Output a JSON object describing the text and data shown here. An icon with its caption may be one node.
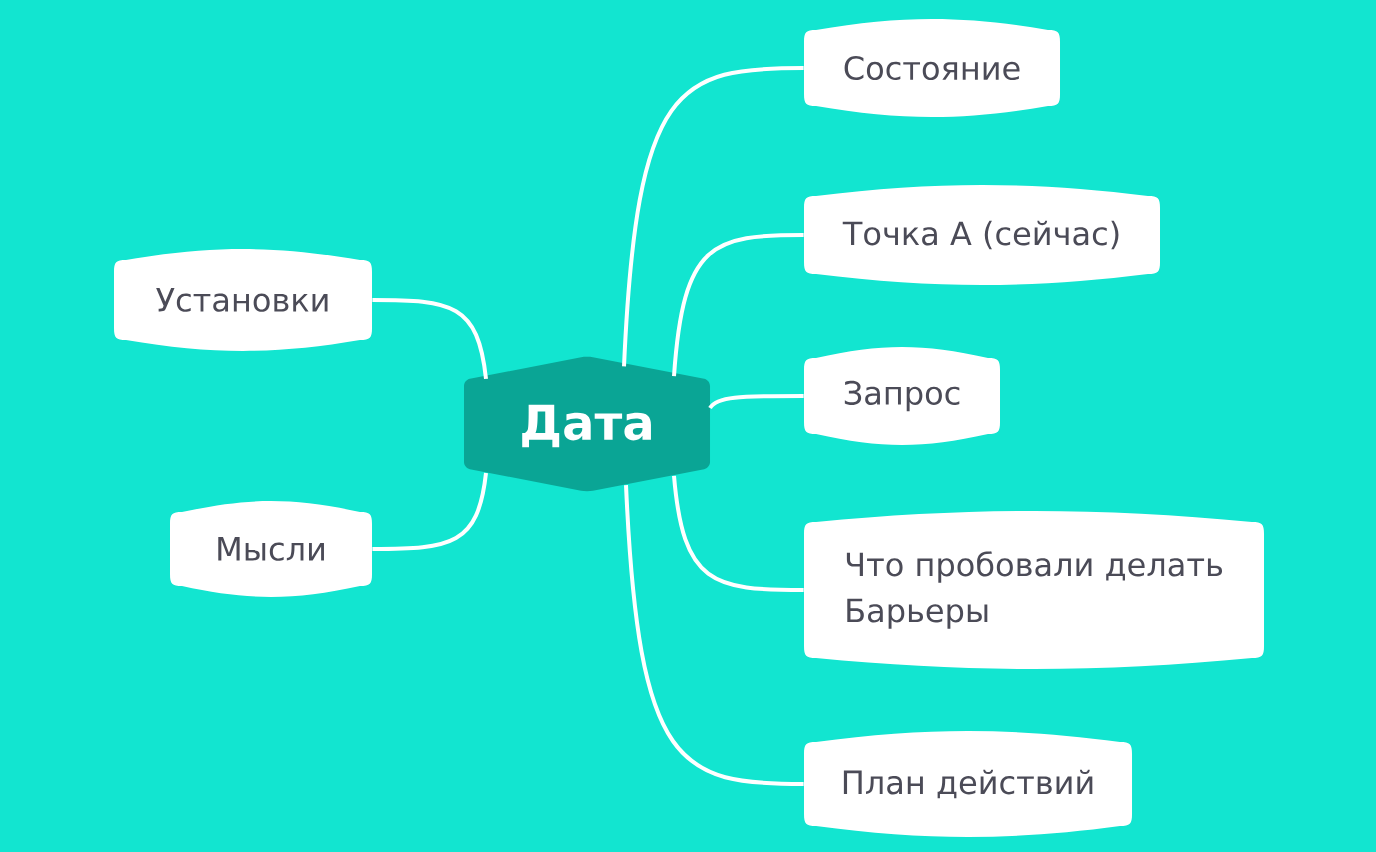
{
  "diagram": {
    "nodes": [
      {
        "text": [
          "Дата"
        ]
      },
      {
        "text": [
          "Состояние"
        ]
      },
      {
        "text": [
          "Точка А (сейчас)"
        ]
      },
      {
        "text": [
          "Запрос"
        ]
      },
      {
        "text": [
          "Что пробовали делать",
          "Барьеры"
        ]
      },
      {
        "text": [
          "План действий"
        ]
      },
      {
        "text": [
          "Установки"
        ]
      },
      {
        "text": [
          "Мысли"
        ]
      }
    ],
    "edges": [
      {
        "from": 0,
        "to": 1,
        "arrow": "none"
      },
      {
        "from": 0,
        "to": 2,
        "arrow": "none"
      },
      {
        "from": 0,
        "to": 3,
        "arrow": "none"
      },
      {
        "from": 0,
        "to": 4,
        "arrow": "none"
      },
      {
        "from": 0,
        "to": 5,
        "arrow": "none"
      },
      {
        "from": 0,
        "to": 6,
        "arrow": "none"
      },
      {
        "from": 0,
        "to": 7,
        "arrow": "none"
      }
    ]
  }
}
